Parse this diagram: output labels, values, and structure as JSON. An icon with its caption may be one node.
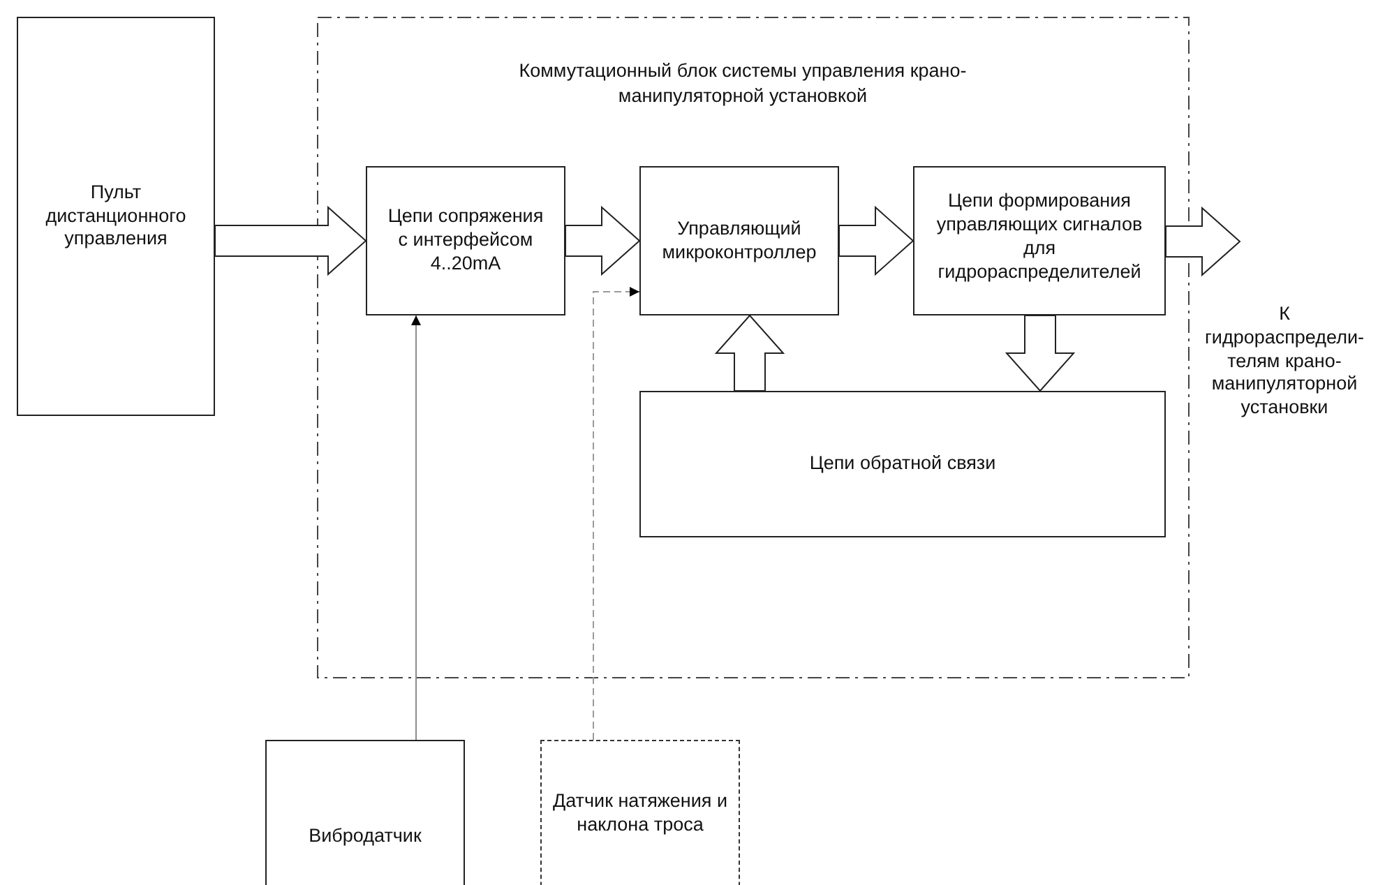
{
  "diagram": {
    "nodes": [
      {
        "text": [
          "Пульт дистанционного управления"
        ]
      },
      {
        "text": [
          "Коммутационный блок системы управления крано- манипуляторной установкой"
        ]
      },
      {
        "text": [
          "Цепи сопряжения с интерфейсом 4..20mA"
        ],
        "in": 1
      },
      {
        "text": [
          "Управляющий микроконтроллер"
        ],
        "in": 1
      },
      {
        "text": [
          "Цепи формирования управляющих сигналов для гидрораспределителей"
        ],
        "in": 1
      },
      {
        "text": [
          "Цепи обратной связи"
        ],
        "in": 1
      },
      {
        "text": [
          "К гидрораспредели- телям крано- манипуляторной установки"
        ]
      },
      {
        "text": [
          "Вибродатчик"
        ]
      },
      {
        "text": [
          "Датчик натяжения и наклона троса"
        ]
      }
    ],
    "edges": [
      {
        "from": 0,
        "to": 2,
        "arrow": "to",
        "style": "thick"
      },
      {
        "from": 2,
        "to": 3,
        "arrow": "to",
        "style": "thick"
      },
      {
        "from": 3,
        "to": 4,
        "arrow": "to",
        "style": "thick"
      },
      {
        "from": 4,
        "to": 6,
        "arrow": "to",
        "style": "thick"
      },
      {
        "from": 4,
        "to": 5,
        "arrow": "to",
        "style": "thick"
      },
      {
        "from": 5,
        "to": 3,
        "arrow": "to",
        "style": "thick"
      },
      {
        "from": 7,
        "to": 2,
        "arrow": "to",
        "color": "#8c8c8c"
      },
      {
        "from": 8,
        "to": 3,
        "arrow": "to",
        "style": "dashed",
        "color": "#9a9a9a"
      }
    ]
  }
}
